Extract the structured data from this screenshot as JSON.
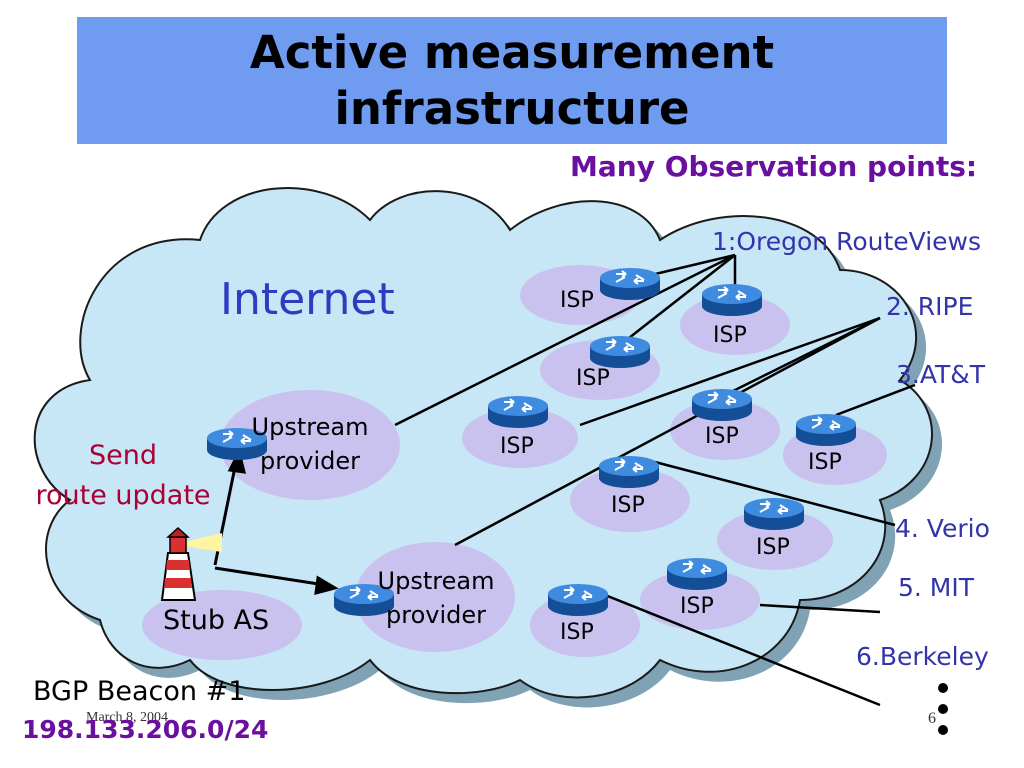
{
  "slide": {
    "title": "Active measurement\ninfrastructure",
    "subtitle": "Many Observation points:",
    "cloud_label": "Internet",
    "send_label": "Send\nroute update",
    "stub_label": "Stub AS",
    "beacon_title": "BGP Beacon #1",
    "beacon_prefix": "198.133.206.0/24",
    "date": "March 8, 2004",
    "page": "6"
  },
  "upstream": [
    "Upstream\nprovider",
    "Upstream\nprovider"
  ],
  "isp_label": "ISP",
  "observers": [
    "1:Oregon RouteViews",
    "2. RIPE",
    "3.AT&T",
    "4. Verio",
    "5. MIT",
    "6.Berkeley"
  ],
  "colors": {
    "title_bg": "#6f9cf0",
    "cloud": "#c7e6f6",
    "subcloud": "#c9c2ee",
    "router": "#1f6fc4",
    "observer_text": "#3333aa",
    "heading_text": "#6a0fa0",
    "send_text": "#aa0033"
  }
}
